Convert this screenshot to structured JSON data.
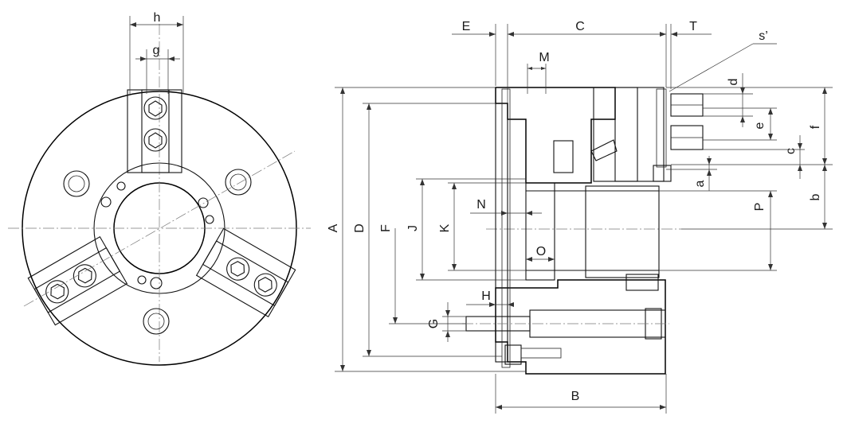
{
  "colors": {
    "line": "#111111",
    "hatch": "#555555",
    "background": "#ffffff"
  },
  "front_view_labels": {
    "h": "h",
    "g": "g"
  },
  "section_view_labels": {
    "E": "E",
    "C": "C",
    "T": "T",
    "s_prime": "s’",
    "M": "M",
    "d": "d",
    "e": "e",
    "f": "f",
    "c": "c",
    "a": "a",
    "b": "b",
    "P": "P",
    "A": "A",
    "D": "D",
    "F": "F",
    "J": "J",
    "K": "K",
    "N": "N",
    "O": "O",
    "H": "H",
    "G": "G",
    "B": "B"
  }
}
